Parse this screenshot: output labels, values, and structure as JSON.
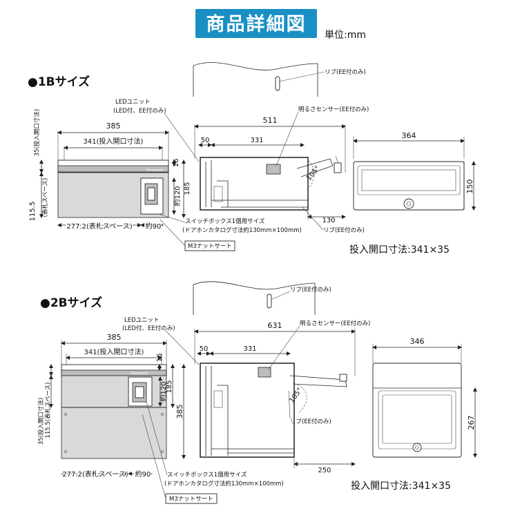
{
  "header": {
    "title": "商品詳細図",
    "unit": "単位:mm",
    "title_bg": "#1a8fc4"
  },
  "sec1": {
    "title": "●1Bサイズ",
    "rib_top": "リブ(EE付のみ)",
    "led_l1": "LEDユニット",
    "led_l2": "(LED付、EE付のみ)",
    "sensor": "明るさセンサー(EE付のみ)",
    "brand": "Panasonic",
    "front": {
      "w385": "385",
      "w341": "341(投入開口寸法)",
      "h16": "16",
      "h120": "約120",
      "h185": "185",
      "v35": "35(投入開口寸法)",
      "v115": "115.5",
      "v115b": "(表札スペース)",
      "w277": "277.2(表札スペース)",
      "w90": "約90"
    },
    "switch_l1": "スイッチボックス1個用サイズ",
    "switch_l2": "(ドアホンカタログ寸法約130mm×100mm)",
    "nut": "M3ナットサート",
    "side": {
      "w511": "511",
      "w50": "50",
      "w331": "331",
      "w130": "130",
      "angle": "105°",
      "rib": "リブ(EE付のみ)"
    },
    "top": {
      "w364": "364",
      "h150": "150"
    },
    "opening": "投入開口寸法:341×35"
  },
  "sec2": {
    "title": "●2Bサイズ",
    "rib_top": "リブ(EE付のみ)",
    "led_l1": "LEDユニット",
    "led_l2": "(LED付、EE付のみ)",
    "sensor": "明るさセンサー(EE付のみ)",
    "brand": "Panasonic",
    "front": {
      "w385": "385",
      "w341": "341(投入開口寸法)",
      "h16": "16",
      "h120": "約120",
      "h185": "185",
      "h385": "385",
      "v35": "35(投入開口寸法)",
      "v115": "115.5(表札スペース)",
      "w277": "277.2(表札スペース)",
      "w90": "約90"
    },
    "switch_l1": "スイッチボックス1個用サイズ",
    "switch_l2": "(ドアホンカタログ寸法約130mm×100mm)",
    "nut": "M3ナットサート",
    "side": {
      "w631": "631",
      "w50": "50",
      "w331": "331",
      "w250": "250",
      "angle": "105°",
      "rib": "リブ(EE付のみ)"
    },
    "top": {
      "w346": "346",
      "h267": "267"
    },
    "opening": "投入開口寸法:341×35"
  }
}
